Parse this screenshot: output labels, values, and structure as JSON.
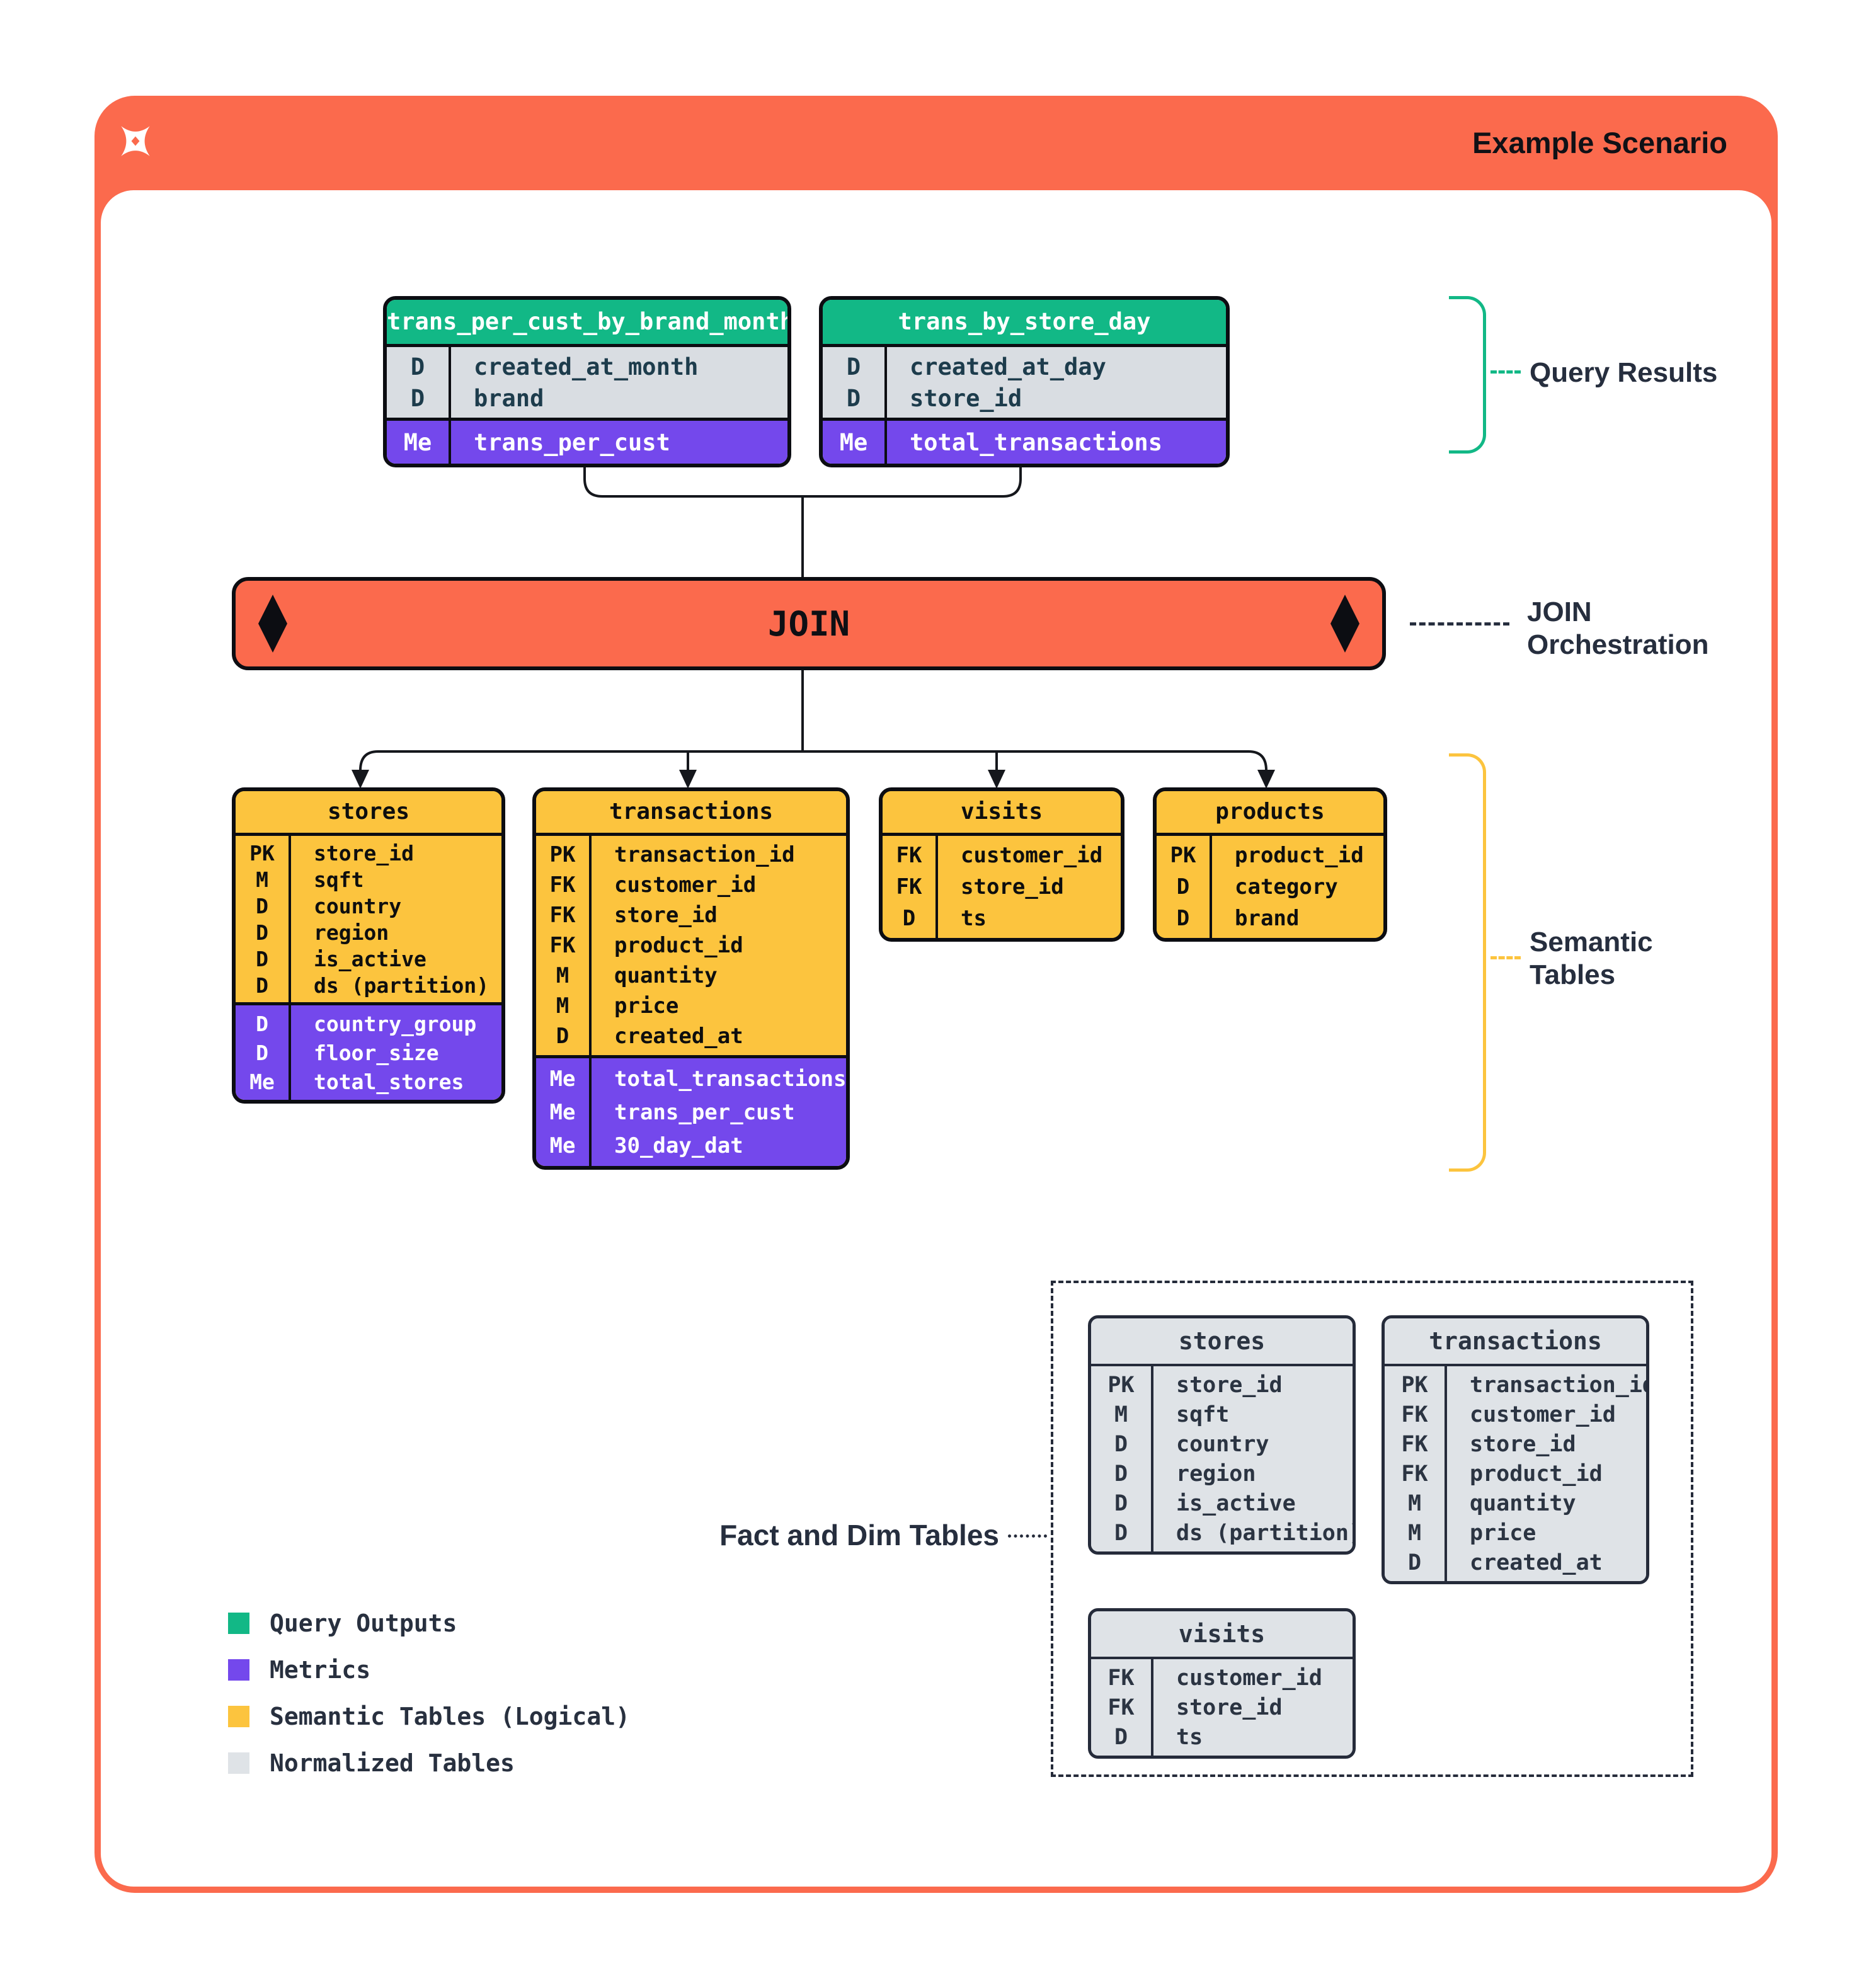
{
  "header": {
    "title": "Example Scenario"
  },
  "join": {
    "label": "JOIN"
  },
  "labels": {
    "query_results": "Query Results",
    "join_orchestration_line1": "JOIN",
    "join_orchestration_line2": "Orchestration",
    "semantic_tables_line1": "Semantic",
    "semantic_tables_line2": "Tables",
    "fact_dim": "Fact and Dim Tables"
  },
  "query_result_tables": [
    {
      "name": "trans_per_cust_by_brand_month",
      "rows": [
        [
          "D",
          "created_at_month"
        ],
        [
          "D",
          "brand"
        ]
      ],
      "metrics": [
        [
          "Me",
          "trans_per_cust"
        ]
      ]
    },
    {
      "name": "trans_by_store_day",
      "rows": [
        [
          "D",
          "created_at_day"
        ],
        [
          "D",
          "store_id"
        ]
      ],
      "metrics": [
        [
          "Me",
          "total_transactions"
        ]
      ]
    }
  ],
  "semantic_tables": [
    {
      "name": "stores",
      "rows": [
        [
          "PK",
          "store_id"
        ],
        [
          "M",
          "sqft"
        ],
        [
          "D",
          "country"
        ],
        [
          "D",
          "region"
        ],
        [
          "D",
          "is_active"
        ],
        [
          "D",
          "ds (partition)"
        ]
      ],
      "metrics": [
        [
          "D",
          "country_group"
        ],
        [
          "D",
          "floor_size"
        ],
        [
          "Me",
          "total_stores"
        ]
      ]
    },
    {
      "name": "transactions",
      "rows": [
        [
          "PK",
          "transaction_id"
        ],
        [
          "FK",
          "customer_id"
        ],
        [
          "FK",
          "store_id"
        ],
        [
          "FK",
          "product_id"
        ],
        [
          "M",
          "quantity"
        ],
        [
          "M",
          "price"
        ],
        [
          "D",
          "created_at"
        ]
      ],
      "metrics": [
        [
          "Me",
          "total_transactions"
        ],
        [
          "Me",
          "trans_per_cust"
        ],
        [
          "Me",
          "30_day_dat"
        ]
      ]
    },
    {
      "name": "visits",
      "rows": [
        [
          "FK",
          "customer_id"
        ],
        [
          "FK",
          "store_id"
        ],
        [
          "D",
          "ts"
        ]
      ],
      "metrics": []
    },
    {
      "name": "products",
      "rows": [
        [
          "PK",
          "product_id"
        ],
        [
          "D",
          "category"
        ],
        [
          "D",
          "brand"
        ]
      ],
      "metrics": []
    }
  ],
  "normalized_tables": [
    {
      "name": "stores",
      "rows": [
        [
          "PK",
          "store_id"
        ],
        [
          "M",
          "sqft"
        ],
        [
          "D",
          "country"
        ],
        [
          "D",
          "region"
        ],
        [
          "D",
          "is_active"
        ],
        [
          "D",
          "ds (partition)"
        ]
      ]
    },
    {
      "name": "transactions",
      "rows": [
        [
          "PK",
          "transaction_id"
        ],
        [
          "FK",
          "customer_id"
        ],
        [
          "FK",
          "store_id"
        ],
        [
          "FK",
          "product_id"
        ],
        [
          "M",
          "quantity"
        ],
        [
          "M",
          "price"
        ],
        [
          "D",
          "created_at"
        ]
      ]
    },
    {
      "name": "visits",
      "rows": [
        [
          "FK",
          "customer_id"
        ],
        [
          "FK",
          "store_id"
        ],
        [
          "D",
          "ts"
        ]
      ]
    }
  ],
  "legend": [
    {
      "color": "#12B886",
      "label": "Query Outputs"
    },
    {
      "color": "#7448EC",
      "label": "Metrics"
    },
    {
      "color": "#FCC43E",
      "label": "Semantic Tables (Logical)"
    },
    {
      "color": "#DFE3E7",
      "label": "Normalized Tables"
    }
  ],
  "palette": {
    "orange": "#FB6A4D",
    "green": "#12B886",
    "purple": "#7448EC",
    "yellow": "#FCC43E",
    "gray": "#DFE3E7",
    "ink": "#15171C",
    "navy": "#262E3E"
  }
}
